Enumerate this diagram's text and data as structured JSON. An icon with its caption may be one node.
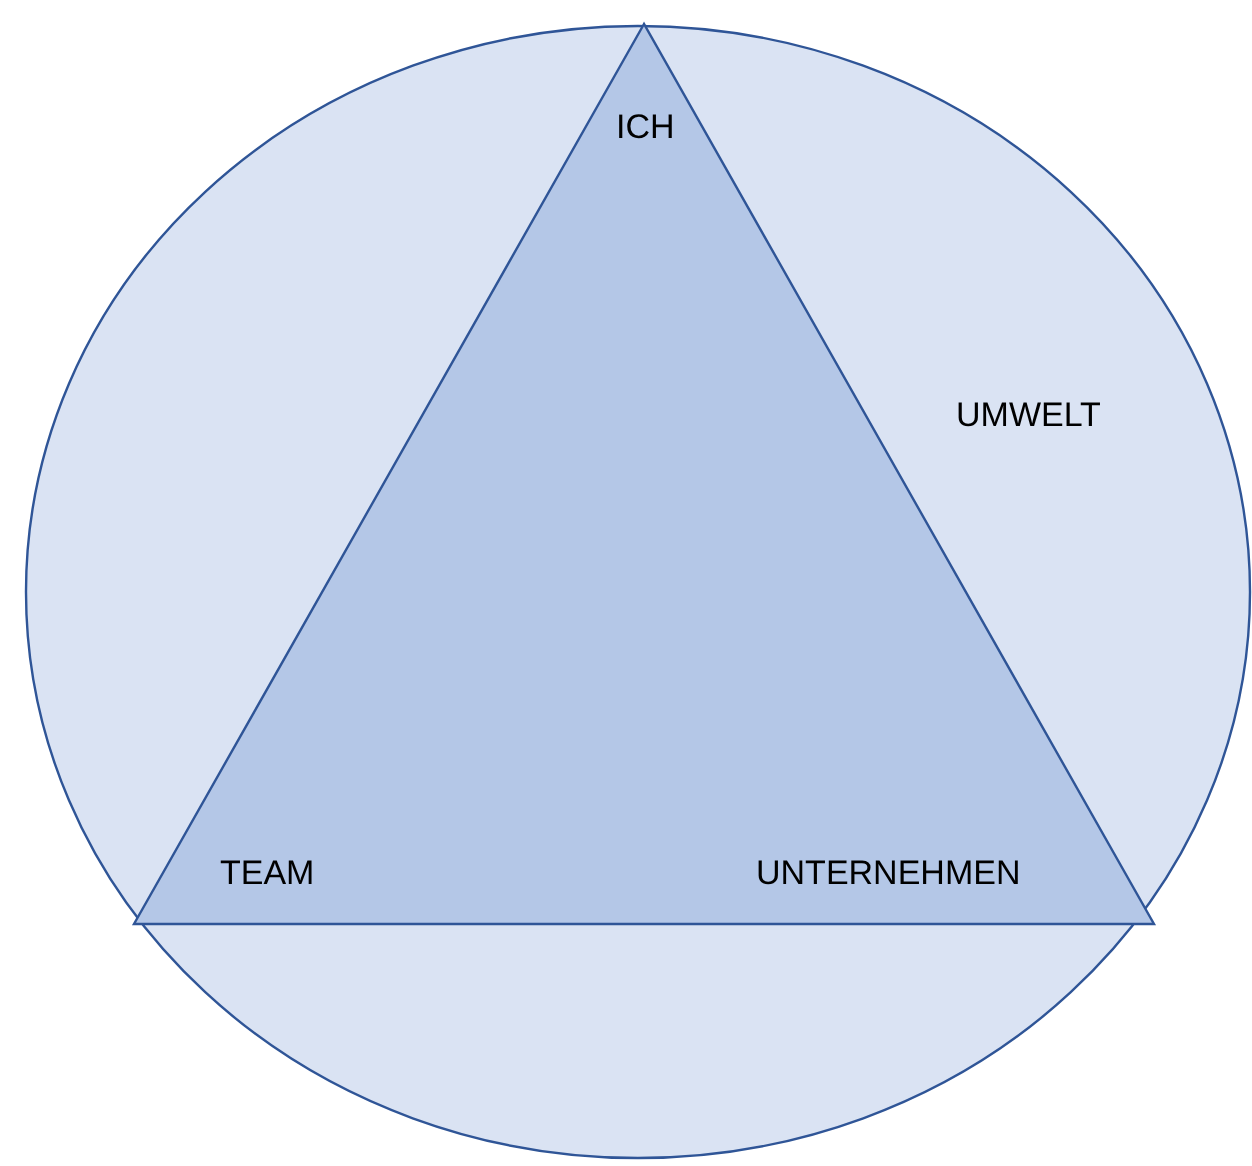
{
  "diagram": {
    "nodes": [
      {
        "text": [
          "UMWELT"
        ]
      },
      {
        "text": [
          "ICH",
          "TEAM",
          "UNTERNEHMEN"
        ],
        "in": 0
      }
    ]
  }
}
